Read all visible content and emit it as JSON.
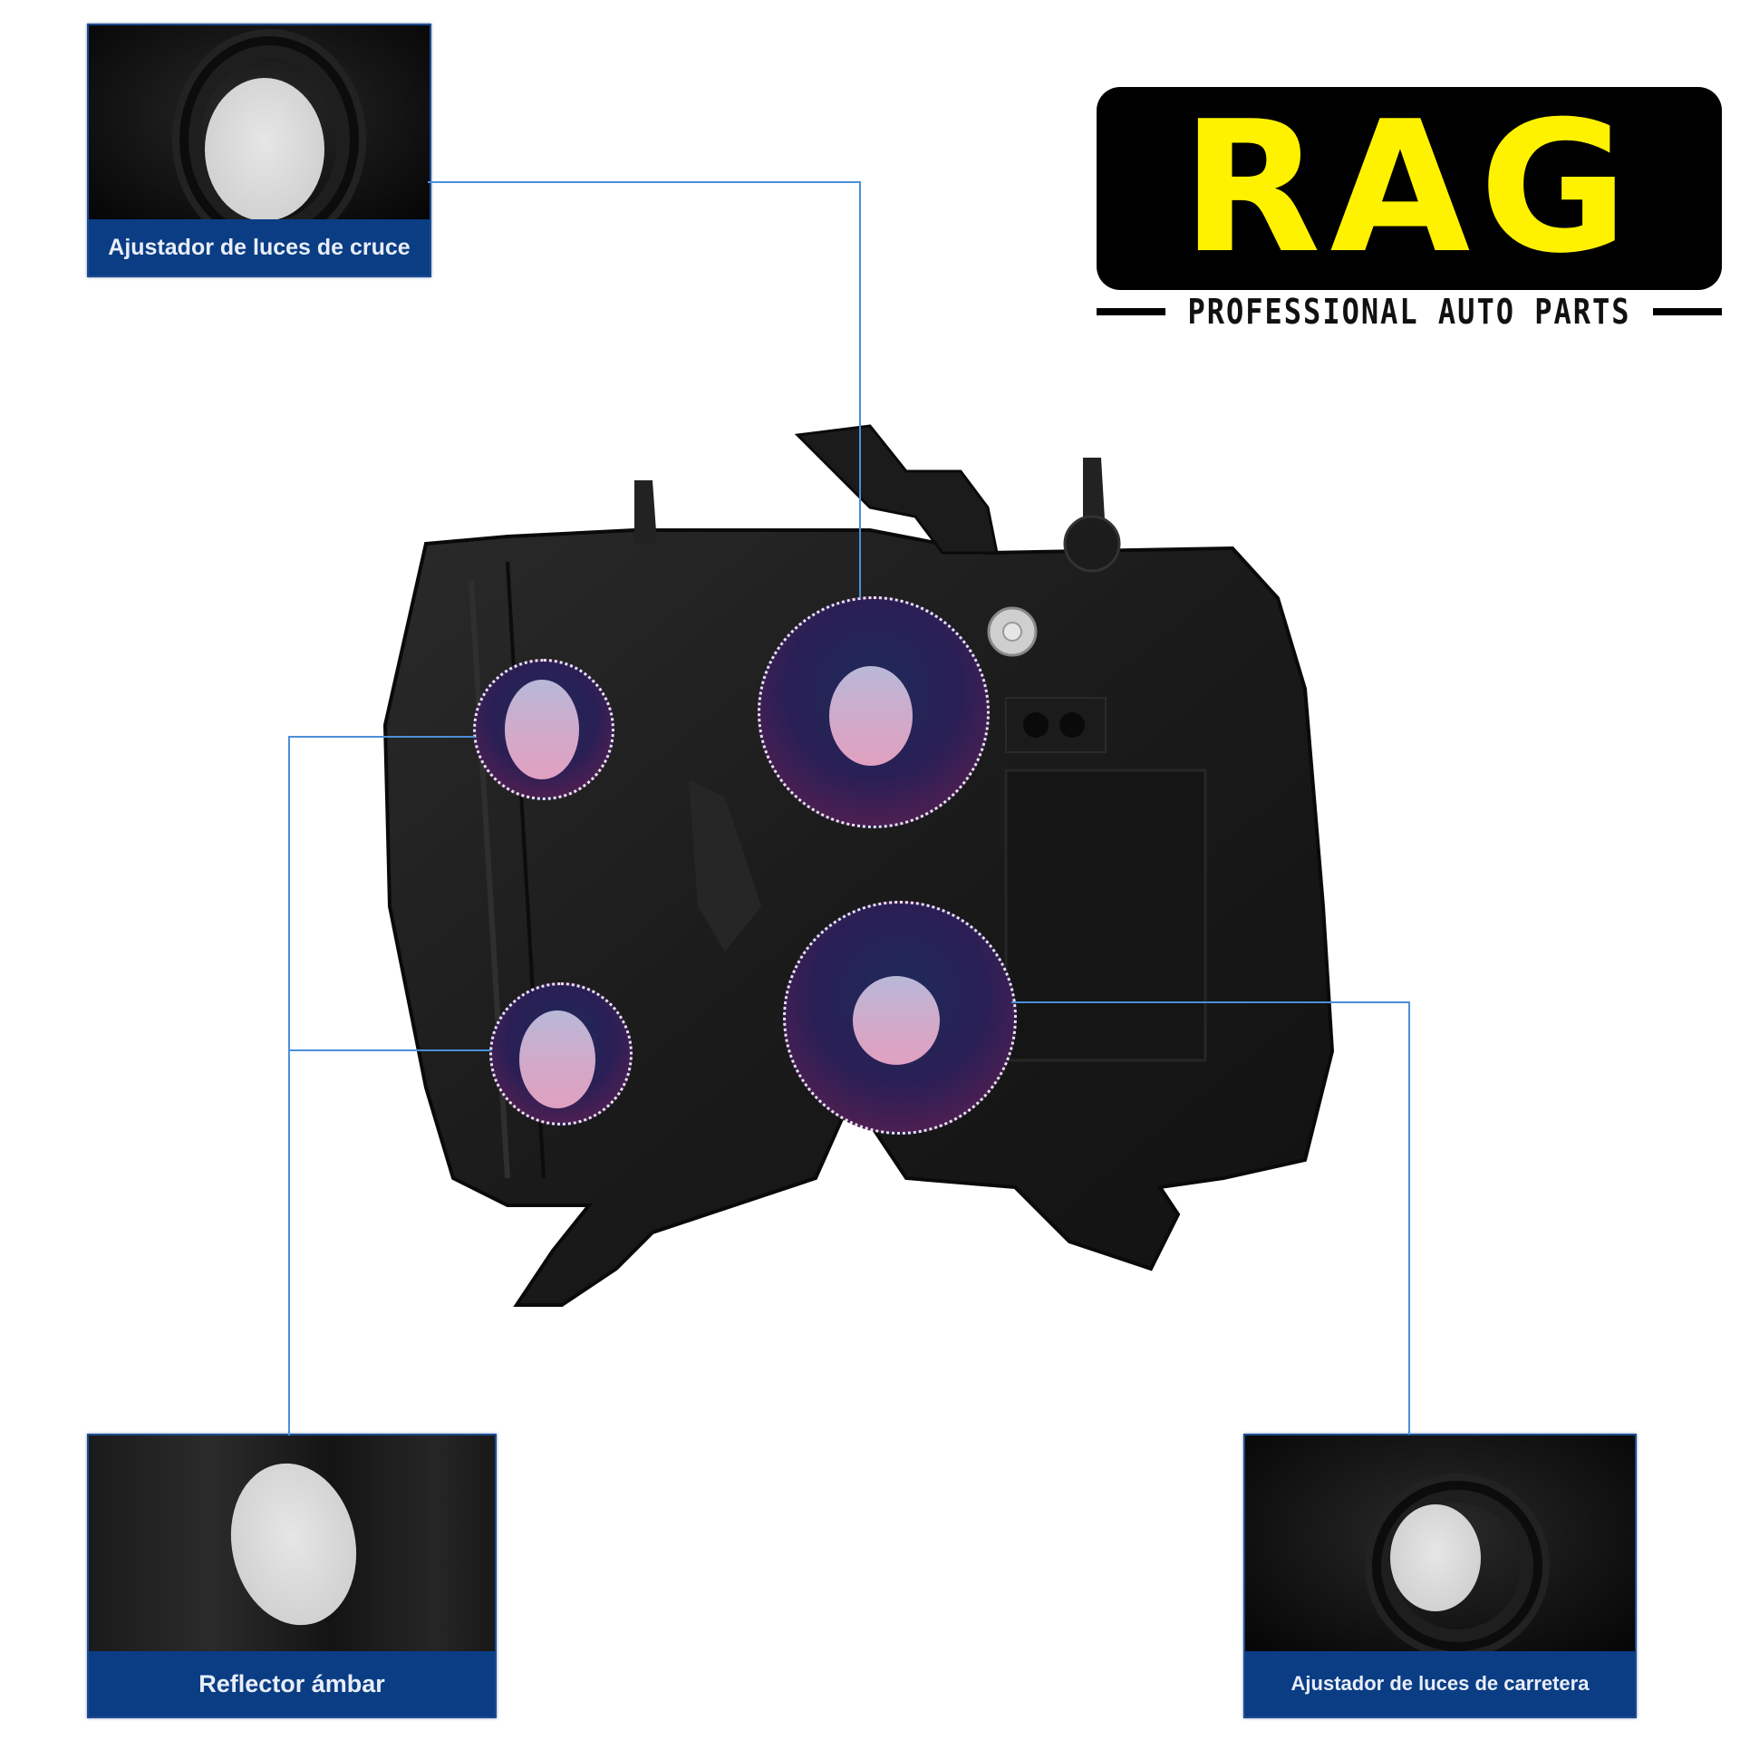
{
  "brand": {
    "logo_text": "RAG",
    "tagline": "PROFESSIONAL AUTO PARTS",
    "logo_bg_color": "#000000",
    "logo_text_color": "#fff200"
  },
  "callouts": [
    {
      "id": "low-beam-adjuster",
      "label": "Ajustador de luces de cruce",
      "position": "top-left"
    },
    {
      "id": "amber-reflector",
      "label": "Reflector ámbar",
      "position": "bottom-left"
    },
    {
      "id": "high-beam-adjuster",
      "label": "Ajustador de luces de carretera",
      "position": "bottom-right"
    }
  ],
  "colors": {
    "label_bar": "#0b3d84",
    "leader_line": "#4a90d9",
    "highlight_ring": "#e6e6f0"
  },
  "product": {
    "name": "headlight-assembly-rear-view"
  }
}
